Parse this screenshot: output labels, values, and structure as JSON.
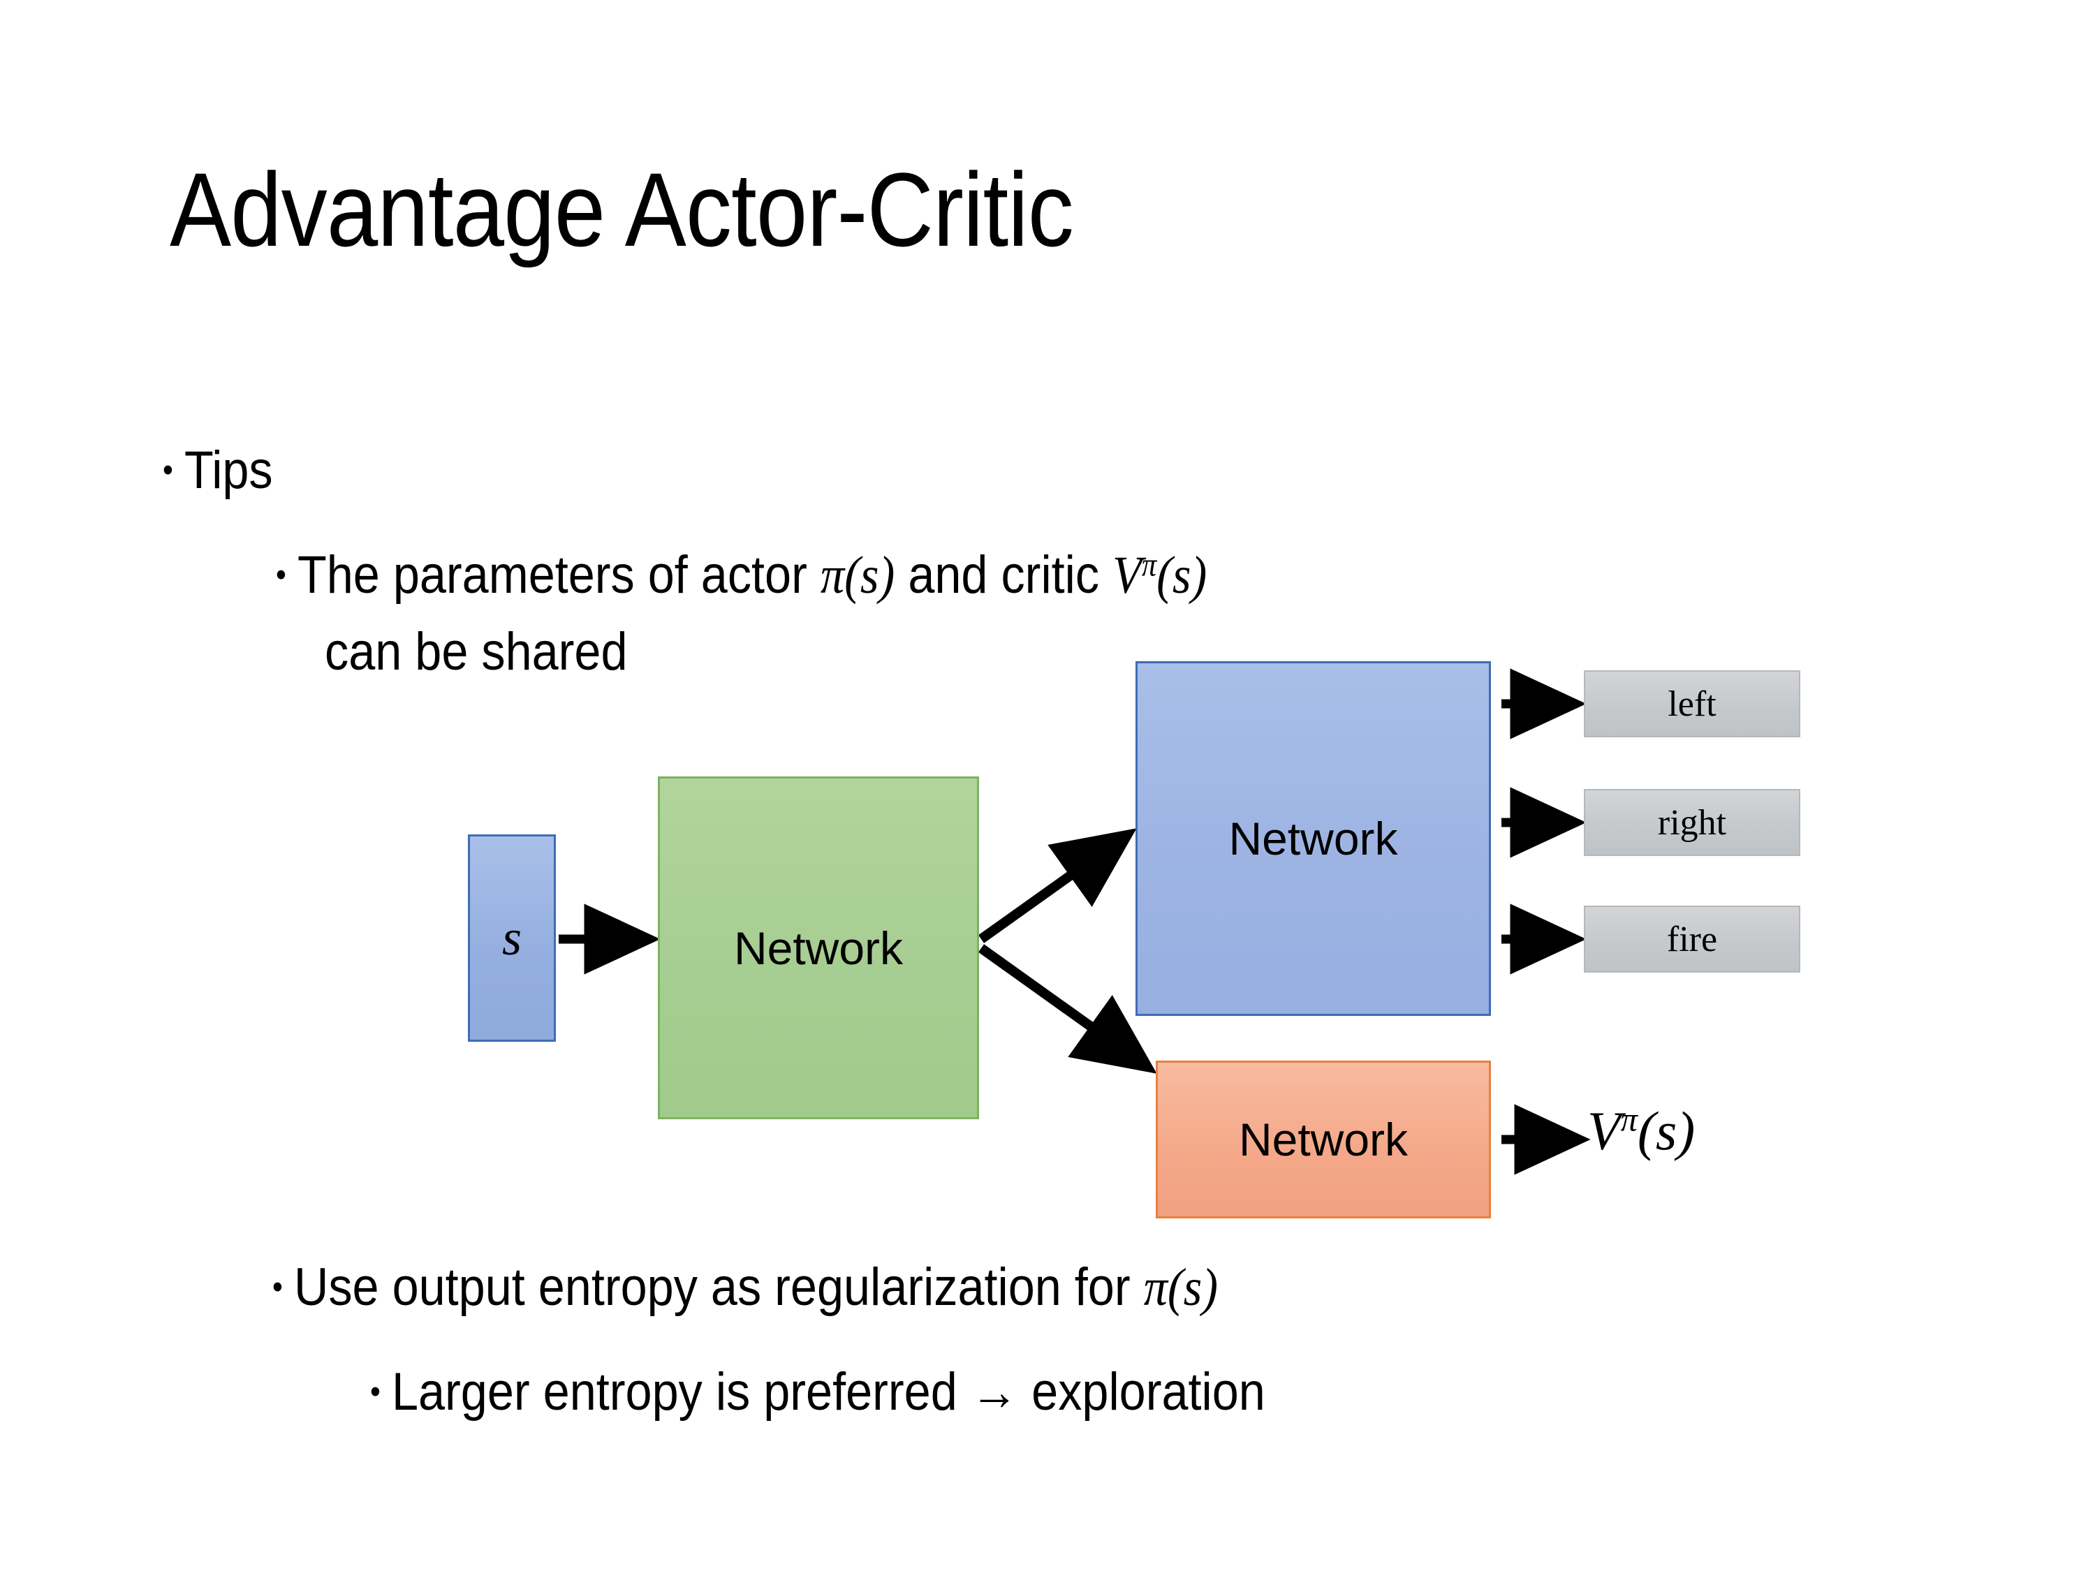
{
  "slide": {
    "title": "Advantage Actor-Critic",
    "background_color": "#FFFFFF"
  },
  "bullets": {
    "level1": [
      {
        "text": "Tips",
        "marker": "•"
      }
    ],
    "level2": [
      {
        "line1_pre": "The parameters of actor ",
        "math_actor": "π(s)",
        "line1_mid": "  and critic ",
        "math_critic_base": "V",
        "math_critic_sup": "π",
        "math_critic_arg": "(s)",
        "line2": "can be shared",
        "marker": "•"
      },
      {
        "text_pre": "Use output entropy as regularization for ",
        "math": "π(s)",
        "marker": "•"
      }
    ],
    "level3": [
      {
        "text": "Larger entropy is preferred → exploration",
        "marker": "•"
      }
    ]
  },
  "diagram": {
    "input_box": {
      "label": "s",
      "fill": "#9DB4E3",
      "border": "#3F6CB5"
    },
    "shared_network": {
      "label": "Network",
      "fill": "#A7CE92",
      "border": "#7DB35E"
    },
    "actor_network": {
      "label": "Network",
      "fill": "#9DB4E3",
      "border": "#3F6CB5"
    },
    "critic_network": {
      "label": "Network",
      "fill": "#F4A98A",
      "border": "#E8803F"
    },
    "actions": [
      {
        "label": "left",
        "fill": "#C6C9CC",
        "border": "#B5B8BB"
      },
      {
        "label": "right",
        "fill": "#C6C9CC",
        "border": "#B5B8BB"
      },
      {
        "label": "fire",
        "fill": "#C6C9CC",
        "border": "#B5B8BB"
      }
    ],
    "critic_output": {
      "base": "V",
      "superscript": "π",
      "argument": "(s)"
    },
    "arrow_color": "#000000"
  }
}
